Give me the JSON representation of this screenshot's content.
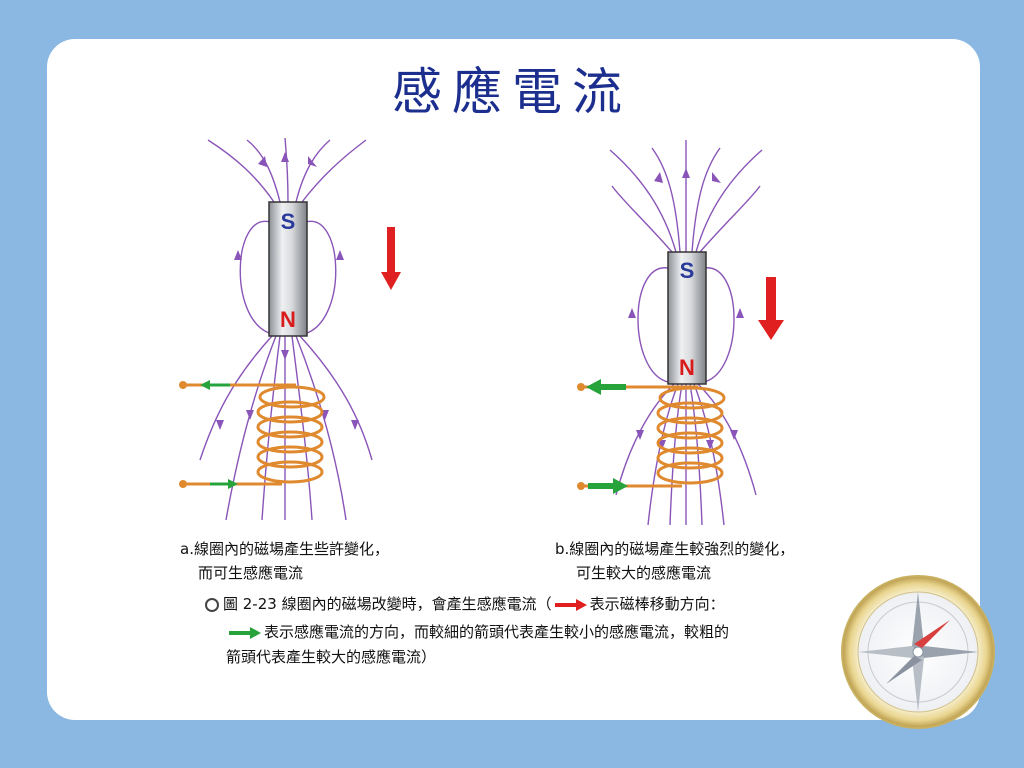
{
  "title": "感應電流",
  "magnet_a": {
    "pole_top": "S",
    "pole_bottom": "N"
  },
  "magnet_b": {
    "pole_top": "S",
    "pole_bottom": "N"
  },
  "caption_a": {
    "line1": "a.線圈內的磁場產生些許變化，",
    "line2": "而可生感應電流"
  },
  "caption_b": {
    "line1": "b.線圈內的磁場產生較強烈的變化，",
    "line2": "可生較大的感應電流"
  },
  "figure_caption": {
    "part1": "圖 2-23  線圈內的磁場改變時，會產生感應電流（",
    "part2": "表示磁棒移動方向：",
    "part3": "表示感應電流的方向，而較細的箭頭代表產生較小的感應電流，較粗的",
    "part4": "箭頭代表產生較大的感應電流）"
  },
  "colors": {
    "background": "#8ab8e2",
    "title": "#1c2f8f",
    "field_line": "#8a55b8",
    "coil": "#e08a30",
    "motion_arrow": "#e02020",
    "current_arrow": "#27a33c",
    "pole_s": "#2a3a9a",
    "pole_n": "#d81c1c"
  },
  "icons": [
    "compass-icon",
    "bullet-icon"
  ]
}
